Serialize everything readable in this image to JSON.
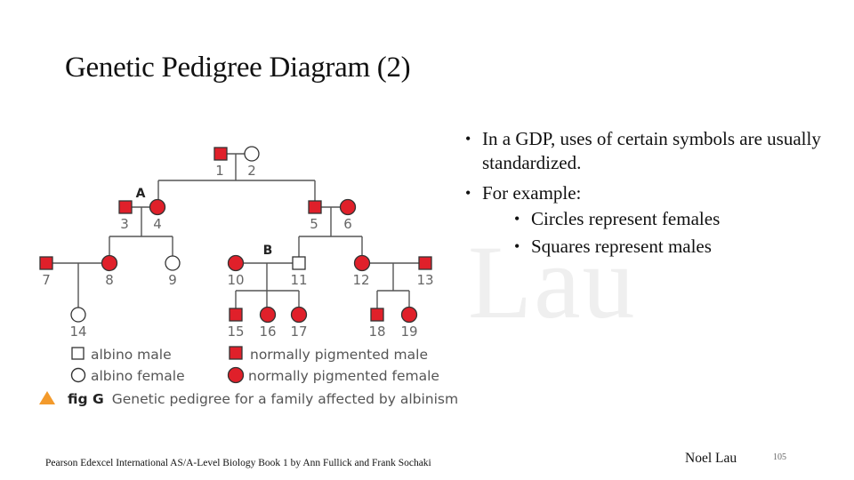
{
  "slide": {
    "title": "Genetic Pedigree Diagram (2)",
    "watermark": "Lau",
    "bullets": [
      {
        "text": "In a GDP, uses of  certain symbols are usually standardized."
      },
      {
        "text": "For example:",
        "sub": [
          {
            "text": "Circles represent females"
          },
          {
            "text": "Squares represent males"
          }
        ]
      }
    ],
    "footer": {
      "reference": "Pearson Edexcel International AS/A-Level Biology Book 1 by Ann Fullick and Frank Sochaki",
      "author": "Noel Lau",
      "page_number": "105"
    }
  },
  "figure": {
    "caption_label": "fig G",
    "caption_text": "Genetic pedigree for a family affected by albinism",
    "colors": {
      "affected_fill": "#ffffff",
      "pigmented_fill": "#e0202a",
      "stroke": "#333333",
      "line": "#555555",
      "label": "#666666",
      "caption_triangle": "#f39a2b"
    },
    "markers": {
      "A": "A",
      "B": "B"
    },
    "legend": [
      {
        "symbol": "square-open",
        "label": "albino male"
      },
      {
        "symbol": "circle-open",
        "label": "albino female"
      },
      {
        "symbol": "square-filled",
        "label": "normally pigmented male"
      },
      {
        "symbol": "circle-filled",
        "label": "normally pigmented female"
      }
    ],
    "individuals": [
      {
        "id": "1",
        "sex": "male",
        "phenotype": "normally pigmented"
      },
      {
        "id": "2",
        "sex": "female",
        "phenotype": "albino"
      },
      {
        "id": "3",
        "sex": "male",
        "phenotype": "normally pigmented"
      },
      {
        "id": "4",
        "sex": "female",
        "phenotype": "normally pigmented"
      },
      {
        "id": "5",
        "sex": "male",
        "phenotype": "normally pigmented"
      },
      {
        "id": "6",
        "sex": "female",
        "phenotype": "normally pigmented"
      },
      {
        "id": "7",
        "sex": "male",
        "phenotype": "normally pigmented"
      },
      {
        "id": "8",
        "sex": "female",
        "phenotype": "normally pigmented"
      },
      {
        "id": "9",
        "sex": "female",
        "phenotype": "albino"
      },
      {
        "id": "10",
        "sex": "female",
        "phenotype": "normally pigmented"
      },
      {
        "id": "11",
        "sex": "male",
        "phenotype": "albino"
      },
      {
        "id": "12",
        "sex": "female",
        "phenotype": "normally pigmented"
      },
      {
        "id": "13",
        "sex": "male",
        "phenotype": "normally pigmented"
      },
      {
        "id": "14",
        "sex": "female",
        "phenotype": "albino"
      },
      {
        "id": "15",
        "sex": "male",
        "phenotype": "normally pigmented"
      },
      {
        "id": "16",
        "sex": "female",
        "phenotype": "normally pigmented"
      },
      {
        "id": "17",
        "sex": "female",
        "phenotype": "normally pigmented"
      },
      {
        "id": "18",
        "sex": "male",
        "phenotype": "normally pigmented"
      },
      {
        "id": "19",
        "sex": "female",
        "phenotype": "normally pigmented"
      }
    ],
    "matings": [
      {
        "parents": [
          "1",
          "2"
        ],
        "children": [
          "4",
          "5"
        ]
      },
      {
        "parents": [
          "3",
          "4"
        ],
        "children": [
          "8",
          "9"
        ],
        "marker": "A"
      },
      {
        "parents": [
          "5",
          "6"
        ],
        "children": [
          "11",
          "12"
        ]
      },
      {
        "parents": [
          "7",
          "8"
        ],
        "children": [
          "14"
        ]
      },
      {
        "parents": [
          "10",
          "11"
        ],
        "children": [
          "15",
          "16",
          "17"
        ],
        "marker": "B"
      },
      {
        "parents": [
          "12",
          "13"
        ],
        "children": [
          "18",
          "19"
        ]
      }
    ]
  }
}
